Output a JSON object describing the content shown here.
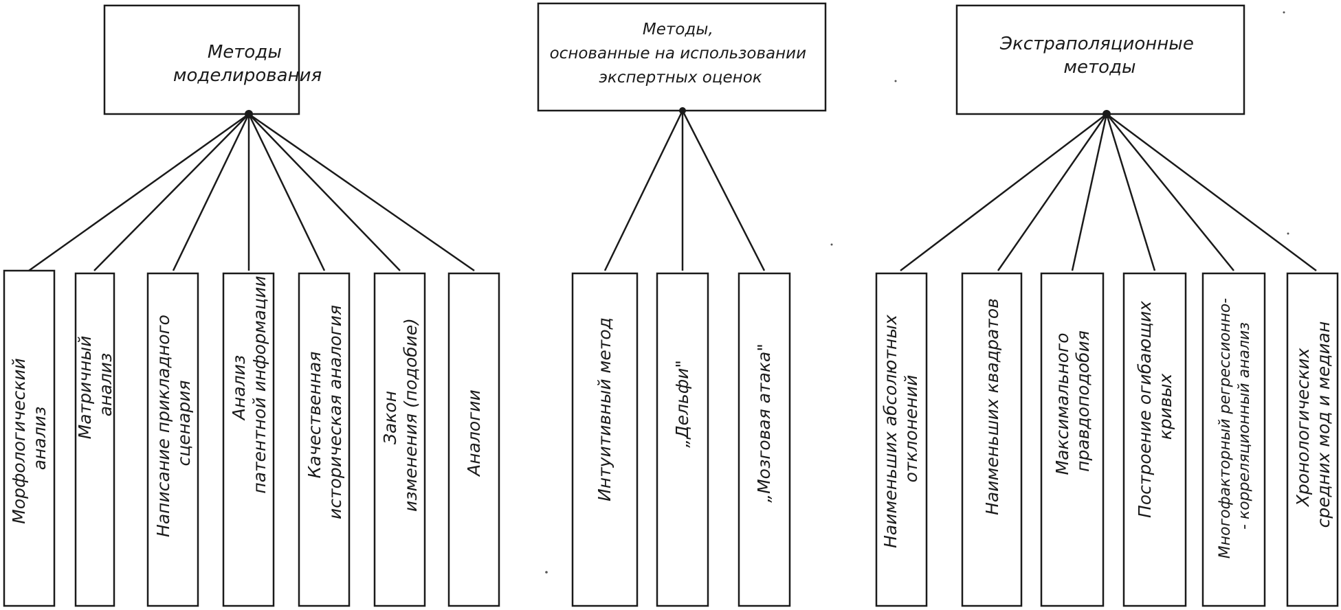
{
  "groups": [
    {
      "title_lines": [
        "Методы",
        "моделирования"
      ],
      "leaves": [
        [
          "Морфологический",
          "анализ"
        ],
        [
          "Матричный",
          "анализ"
        ],
        [
          "Написание прикладного",
          "сценария"
        ],
        [
          "Анализ",
          "патентной информации"
        ],
        [
          "Качественная",
          "историческая аналогия"
        ],
        [
          "Закон",
          "изменения (подобие)"
        ],
        [
          "Аналогии"
        ]
      ]
    },
    {
      "title_lines": [
        "Методы,",
        "основанные на использовании",
        "экспертных оценок"
      ],
      "leaves": [
        [
          "Интуитивный метод"
        ],
        [
          "„Дельфи\""
        ],
        [
          "„Мозговая атака\""
        ]
      ]
    },
    {
      "title_lines": [
        "Экстраполяционные",
        "методы"
      ],
      "leaves": [
        [
          "Наименьших абсолютных",
          "отклонений"
        ],
        [
          "Наименьших квадратов"
        ],
        [
          "Максимального",
          "правдоподобия"
        ],
        [
          "Построение огибающих",
          "кривых"
        ],
        [
          "Многофакторный регрессионно-",
          "- корреляционный анализ"
        ],
        [
          "Хронологических",
          "средних мод и медиан"
        ]
      ]
    }
  ]
}
